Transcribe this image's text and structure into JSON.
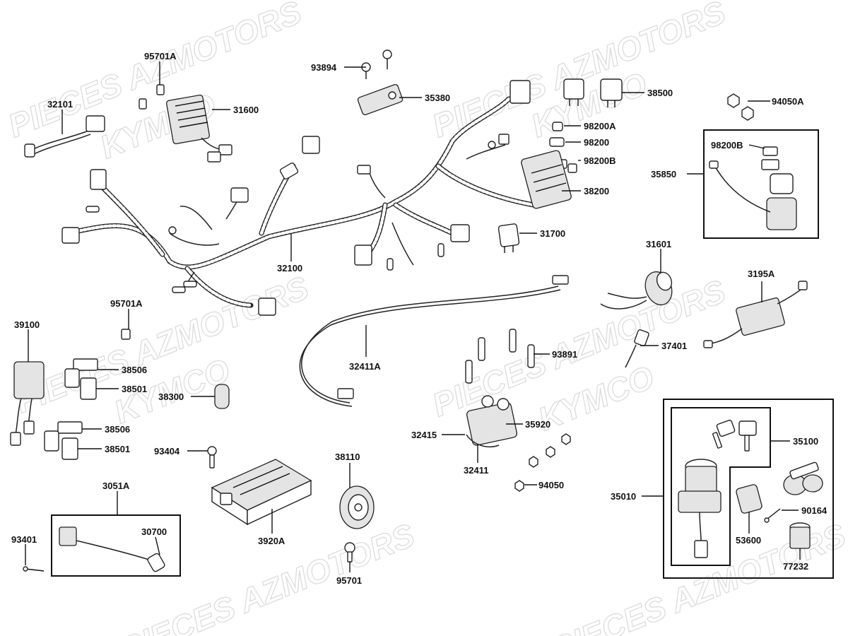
{
  "watermarks": [
    "PIECES AZMOTORS",
    "KYMCO"
  ],
  "labels": {
    "p95701A_top": "95701A",
    "p32101": "32101",
    "p31600": "31600",
    "p93894": "93894",
    "p35380": "35380",
    "p38500": "38500",
    "p94050A": "94050A",
    "p98200A": "98200A",
    "p98200": "98200",
    "p98200B_a": "98200B",
    "p38200": "38200",
    "p98200B_b": "98200B",
    "p35850": "35850",
    "p31700": "31700",
    "p32100": "32100",
    "p31601": "31601",
    "p3195A": "3195A",
    "p95701A_mid": "95701A",
    "p39100": "39100",
    "p38506_a": "38506",
    "p38501_a": "38501",
    "p38300": "38300",
    "p38506_b": "38506",
    "p38501_b": "38501",
    "p32411A": "32411A",
    "p93891": "93891",
    "p37401": "37401",
    "p93404": "93404",
    "p38110": "38110",
    "p35920": "35920",
    "p32415": "32415",
    "p32411": "32411",
    "p94050": "94050",
    "p35100": "35100",
    "p35010": "35010",
    "p90164": "90164",
    "p3051A": "3051A",
    "p30700": "30700",
    "p93401": "93401",
    "p3920A": "3920A",
    "p95701_bot": "95701",
    "p53600": "53600",
    "p77232": "77232"
  }
}
